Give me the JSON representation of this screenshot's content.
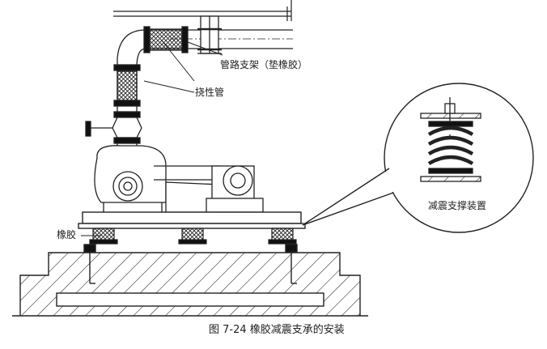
{
  "labels": {
    "pipe_support": "管路支架（垫橡胶）",
    "flex_pipe": "挠性管",
    "rubber": "橡胶",
    "damper_device": "减震支撑装置"
  },
  "caption": "图 7-24   橡胶减震支承的安装"
}
